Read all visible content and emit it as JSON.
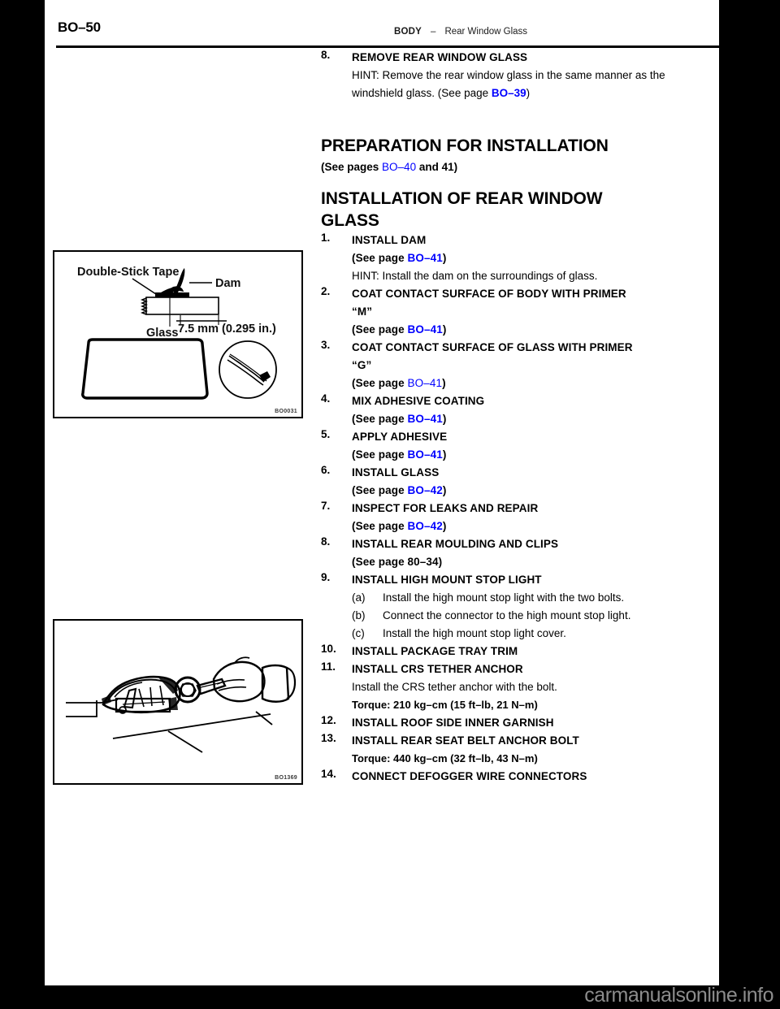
{
  "page": {
    "number": "BO–50",
    "header_body": "BODY",
    "header_dash": "–",
    "header_section": "Rear Window Glass",
    "watermark": "carmanualsonline.info"
  },
  "removal": {
    "num": "8.",
    "title": "REMOVE REAR WINDOW GLASS",
    "hint_pre": "HINT: Remove the rear window glass in the same manner as the windshield glass. (See page ",
    "hint_link": "BO–39",
    "hint_post": ")"
  },
  "preparation": {
    "title": "PREPARATION FOR INSTALLATION",
    "sub_pre": "(See pages ",
    "sub_link": "BO–40",
    "sub_post": " and 41)"
  },
  "installation": {
    "title_line1": "INSTALLATION OF REAR WINDOW",
    "title_line2": "GLASS"
  },
  "steps": [
    {
      "num": "1.",
      "title": "INSTALL DAM",
      "ref_pre": "(See page ",
      "ref_link": "BO–41",
      "ref_post": ")",
      "ref_bold": true,
      "hint": "HINT: Install the dam on the surroundings of glass."
    },
    {
      "num": "2.",
      "title": "COAT CONTACT SURFACE OF BODY WITH PRIMER",
      "title_line2": "“M”",
      "ref_pre": "(See page ",
      "ref_link": "BO–41",
      "ref_post": ")",
      "ref_bold": true
    },
    {
      "num": "3.",
      "title": "COAT CONTACT SURFACE OF GLASS WITH PRIMER",
      "title_line2": "“G”",
      "ref_pre": "(See page ",
      "ref_link": "BO–41",
      "ref_post": ")",
      "ref_bold": false
    },
    {
      "num": "4.",
      "title": "MIX ADHESIVE COATING",
      "ref_pre": "(See page ",
      "ref_link": "BO–41",
      "ref_post": ")",
      "ref_bold": true
    },
    {
      "num": "5.",
      "title": "APPLY ADHESIVE",
      "ref_pre": "(See page ",
      "ref_link": "BO–41",
      "ref_post": ")",
      "ref_bold": true
    },
    {
      "num": "6.",
      "title": "INSTALL GLASS",
      "ref_pre": "(See page ",
      "ref_link": "BO–42",
      "ref_post": ")",
      "ref_bold": true
    },
    {
      "num": "7.",
      "title": "INSPECT FOR LEAKS AND REPAIR",
      "ref_pre": "(See page ",
      "ref_link": "BO–42",
      "ref_post": ")",
      "ref_bold": true
    },
    {
      "num": "8.",
      "title": "INSTALL REAR MOULDING AND CLIPS",
      "ref_plain": "(See page 80–34)"
    },
    {
      "num": "9.",
      "title": "INSTALL HIGH MOUNT STOP LIGHT",
      "substeps": [
        {
          "mark": "(a)",
          "text": "Install the high mount stop light with the two bolts."
        },
        {
          "mark": "(b)",
          "text": "Connect the connector to the high mount stop light."
        },
        {
          "mark": "(c)",
          "text": "Install the high mount stop light cover."
        }
      ]
    },
    {
      "num": "10.",
      "title": "INSTALL PACKAGE TRAY TRIM"
    },
    {
      "num": "11.",
      "title": "INSTALL CRS TETHER ANCHOR",
      "body": "Install the CRS tether anchor with the bolt.",
      "torque": "Torque: 210 kg–cm (15 ft–lb, 21 N–m)"
    },
    {
      "num": "12.",
      "title": "INSTALL ROOF SIDE INNER GARNISH"
    },
    {
      "num": "13.",
      "title": "INSTALL REAR SEAT BELT ANCHOR BOLT",
      "torque": "Torque: 440 kg–cm (32 ft–lb, 43 N–m)"
    },
    {
      "num": "14.",
      "title": "CONNECT DEFOGGER WIRE CONNECTORS"
    }
  ],
  "figures": [
    {
      "name": "dam-cross-section",
      "code": "BO0031",
      "labels": {
        "tape": "Double-Stick Tape",
        "dam": "Dam",
        "glass": "Glass",
        "dimension": "7.5 mm (0.295 in.)"
      }
    },
    {
      "name": "crs-tether-anchor",
      "code": "BO1369"
    }
  ]
}
